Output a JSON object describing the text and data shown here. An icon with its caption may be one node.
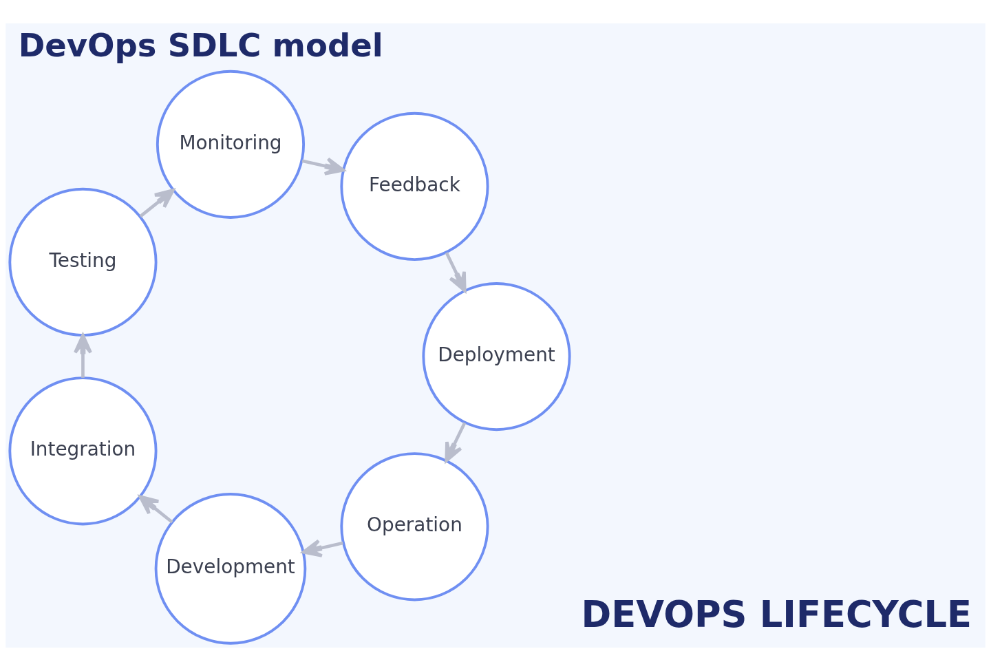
{
  "diagram": {
    "title": "DevOps SDLC model",
    "nodes": [
      {
        "text": [
          "Operation"
        ]
      },
      {
        "text": [
          "Development"
        ]
      },
      {
        "text": [
          "Deployment"
        ]
      },
      {
        "text": [
          "Integration"
        ]
      },
      {
        "text": [
          "Feedback"
        ]
      },
      {
        "text": [
          "Testing"
        ]
      },
      {
        "text": [
          "Monitoring"
        ]
      }
    ],
    "edges": [
      {
        "from": 0,
        "to": 1,
        "arrow": "to"
      },
      {
        "from": 1,
        "to": 3,
        "arrow": "to"
      },
      {
        "from": 3,
        "to": 5,
        "arrow": "to"
      },
      {
        "from": 5,
        "to": 6,
        "arrow": "to"
      },
      {
        "from": 6,
        "to": 4,
        "arrow": "to"
      },
      {
        "from": 4,
        "to": 2,
        "arrow": "to"
      },
      {
        "from": 2,
        "to": 0,
        "arrow": "to"
      }
    ],
    "labels": [
      "DEVOPS LIFECYCLE"
    ]
  }
}
